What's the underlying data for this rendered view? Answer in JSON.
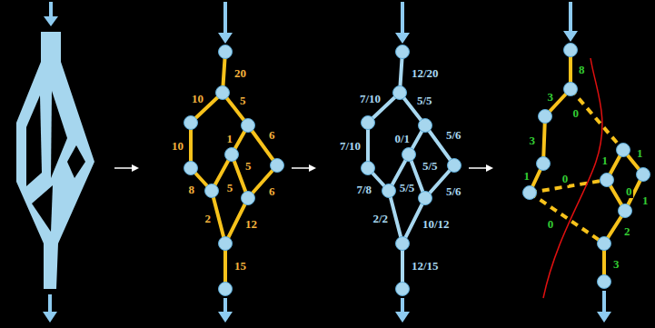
{
  "diagram": {
    "labels": [
      "20",
      "10",
      "5",
      "10",
      "1",
      "6",
      "8",
      "5",
      "5",
      "6",
      "2",
      "12",
      "15",
      "12/20",
      "7/10",
      "5/5",
      "7/10",
      "0/1",
      "5/6",
      "7/8",
      "5/5",
      "5/5",
      "5/6",
      "2/2",
      "10/12",
      "12/15",
      "8",
      "3",
      "0",
      "3",
      "1",
      "1",
      "1",
      "0",
      "0",
      "1",
      "0",
      "2",
      "3"
    ]
  }
}
